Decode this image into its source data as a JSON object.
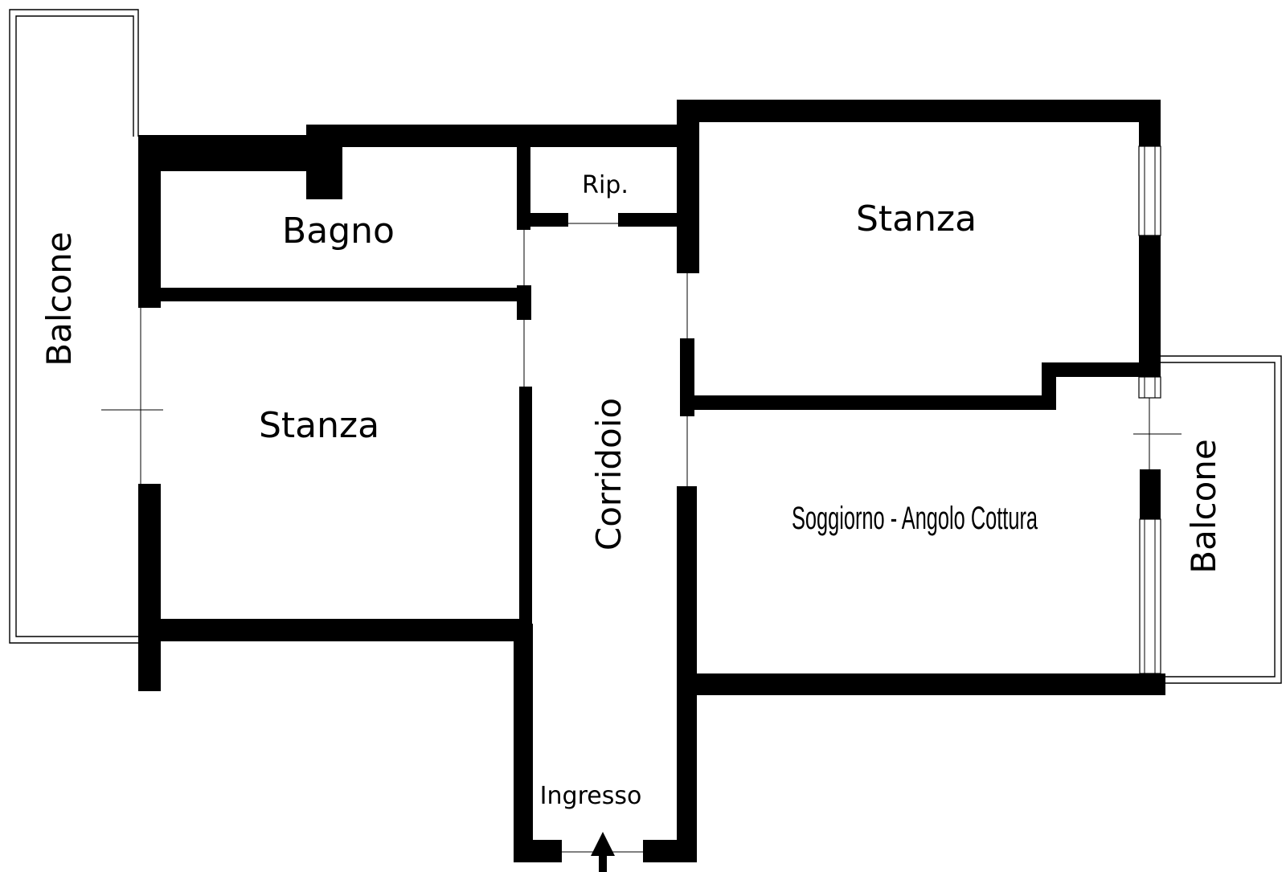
{
  "plan": {
    "rooms": {
      "balcone_left": "Balcone",
      "bagno": "Bagno",
      "ripostiglio": "Rip.",
      "stanza_top_right": "Stanza",
      "stanza_left": "Stanza",
      "corridoio": "Corridoio",
      "soggiorno": "Soggiorno - Angolo Cottura",
      "balcone_right": "Balcone",
      "ingresso": "Ingresso"
    },
    "colors": {
      "wall": "#000000",
      "background": "#ffffff"
    },
    "icons": {
      "entrance": "arrow-up-icon"
    }
  }
}
